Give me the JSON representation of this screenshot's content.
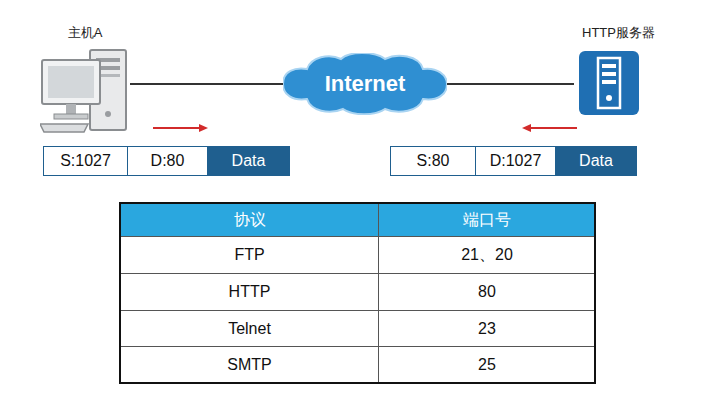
{
  "diagram": {
    "nodes": [
      {
        "text": [
          "主机A"
        ]
      },
      {
        "text": [
          "Internet"
        ]
      },
      {
        "text": [
          "HTTP服务器"
        ]
      },
      {
        "text": [
          "S:1027"
        ]
      },
      {
        "text": [
          "D:80"
        ]
      },
      {
        "text": [
          "Data"
        ]
      },
      {
        "text": [
          "S:80"
        ]
      },
      {
        "text": [
          "D:1027"
        ]
      },
      {
        "text": [
          "Data"
        ]
      }
    ],
    "edges": [
      {
        "from": 0,
        "to": 1,
        "arrow": "none"
      },
      {
        "from": 1,
        "to": 2,
        "arrow": "none"
      }
    ],
    "labels": [
      "协议",
      "端口号",
      "FTP",
      "21、20",
      "HTTP",
      "80",
      "Telnet",
      "23",
      "SMTP",
      "25"
    ]
  }
}
